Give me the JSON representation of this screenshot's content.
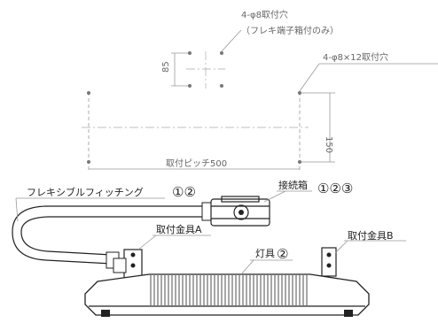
{
  "mounting_plan": {
    "holes_box_label": "4-φ8取付穴",
    "holes_box_note": "（フレキ端子箱付のみ）",
    "box_dim": "85",
    "holes_fixture_label": "4-φ8×12取付穴",
    "fixture_height_dim": "150",
    "fixture_pitch_label": "取付ピッチ500"
  },
  "elevation": {
    "flex_fitting_label": "フレキシブルフィッチング",
    "flex_fitting_refs": "①②",
    "junction_box_label": "接続箱",
    "junction_box_refs": "①②③",
    "bracket_a_label": "取付金具A",
    "bracket_b_label": "取付金具B",
    "luminaire_label": "灯具",
    "luminaire_ref": "②"
  }
}
